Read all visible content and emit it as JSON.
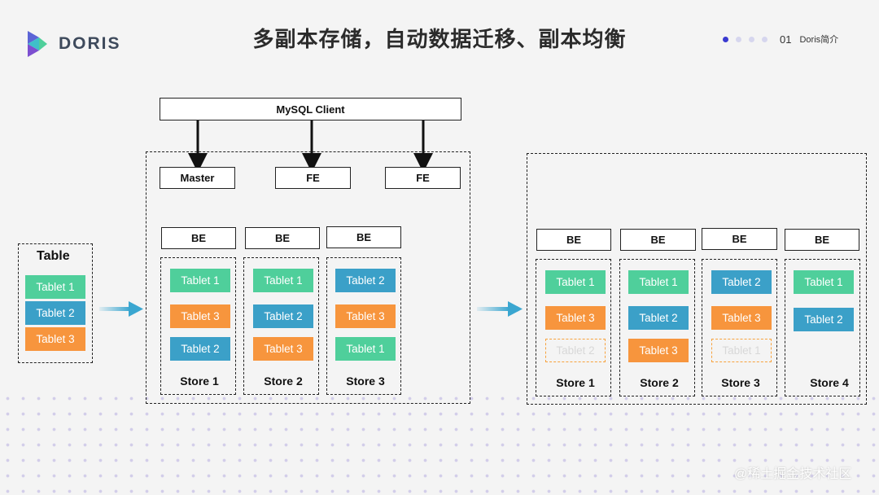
{
  "header": {
    "logo_text": "DORIS",
    "title": "多副本存储，自动数据迁移、副本均衡",
    "page_number": "01",
    "page_label": "Doris简介",
    "pager_dots": 4,
    "active_dot": 0
  },
  "colors": {
    "tablet_1": "#4fcf9b",
    "tablet_2": "#3ba0c8",
    "tablet_3": "#f7953d",
    "arrow": "#3aa6d0"
  },
  "table": {
    "title": "Table",
    "tablets": [
      "Tablet 1",
      "Tablet 2",
      "Tablet 3"
    ]
  },
  "cluster_left": {
    "client": "MySQL Client",
    "frontends": [
      "Master",
      "FE",
      "FE"
    ],
    "backends": [
      {
        "be": "BE",
        "store": "Store 1",
        "tablets": [
          "Tablet 1",
          "Tablet 3",
          "Tablet 2"
        ]
      },
      {
        "be": "BE",
        "store": "Store 2",
        "tablets": [
          "Tablet 1",
          "Tablet 2",
          "Tablet 3"
        ]
      },
      {
        "be": "BE",
        "store": "Store 3",
        "tablets": [
          "Tablet 2",
          "Tablet 3",
          "Tablet 1"
        ]
      }
    ]
  },
  "cluster_right": {
    "backends": [
      {
        "be": "BE",
        "store": "Store 1",
        "tablets": [
          "Tablet 1",
          "Tablet 3"
        ],
        "migrated_out": "Tablet 2"
      },
      {
        "be": "BE",
        "store": "Store 2",
        "tablets": [
          "Tablet 1",
          "Tablet 2",
          "Tablet 3"
        ]
      },
      {
        "be": "BE",
        "store": "Store 3",
        "tablets": [
          "Tablet 2",
          "Tablet 3"
        ],
        "migrated_out": "Tablet 1"
      },
      {
        "be": "BE",
        "store": "Store 4",
        "tablets": [
          "Tablet 1",
          "Tablet 2"
        ]
      }
    ]
  },
  "watermark": "@稀土掘金技术社区"
}
